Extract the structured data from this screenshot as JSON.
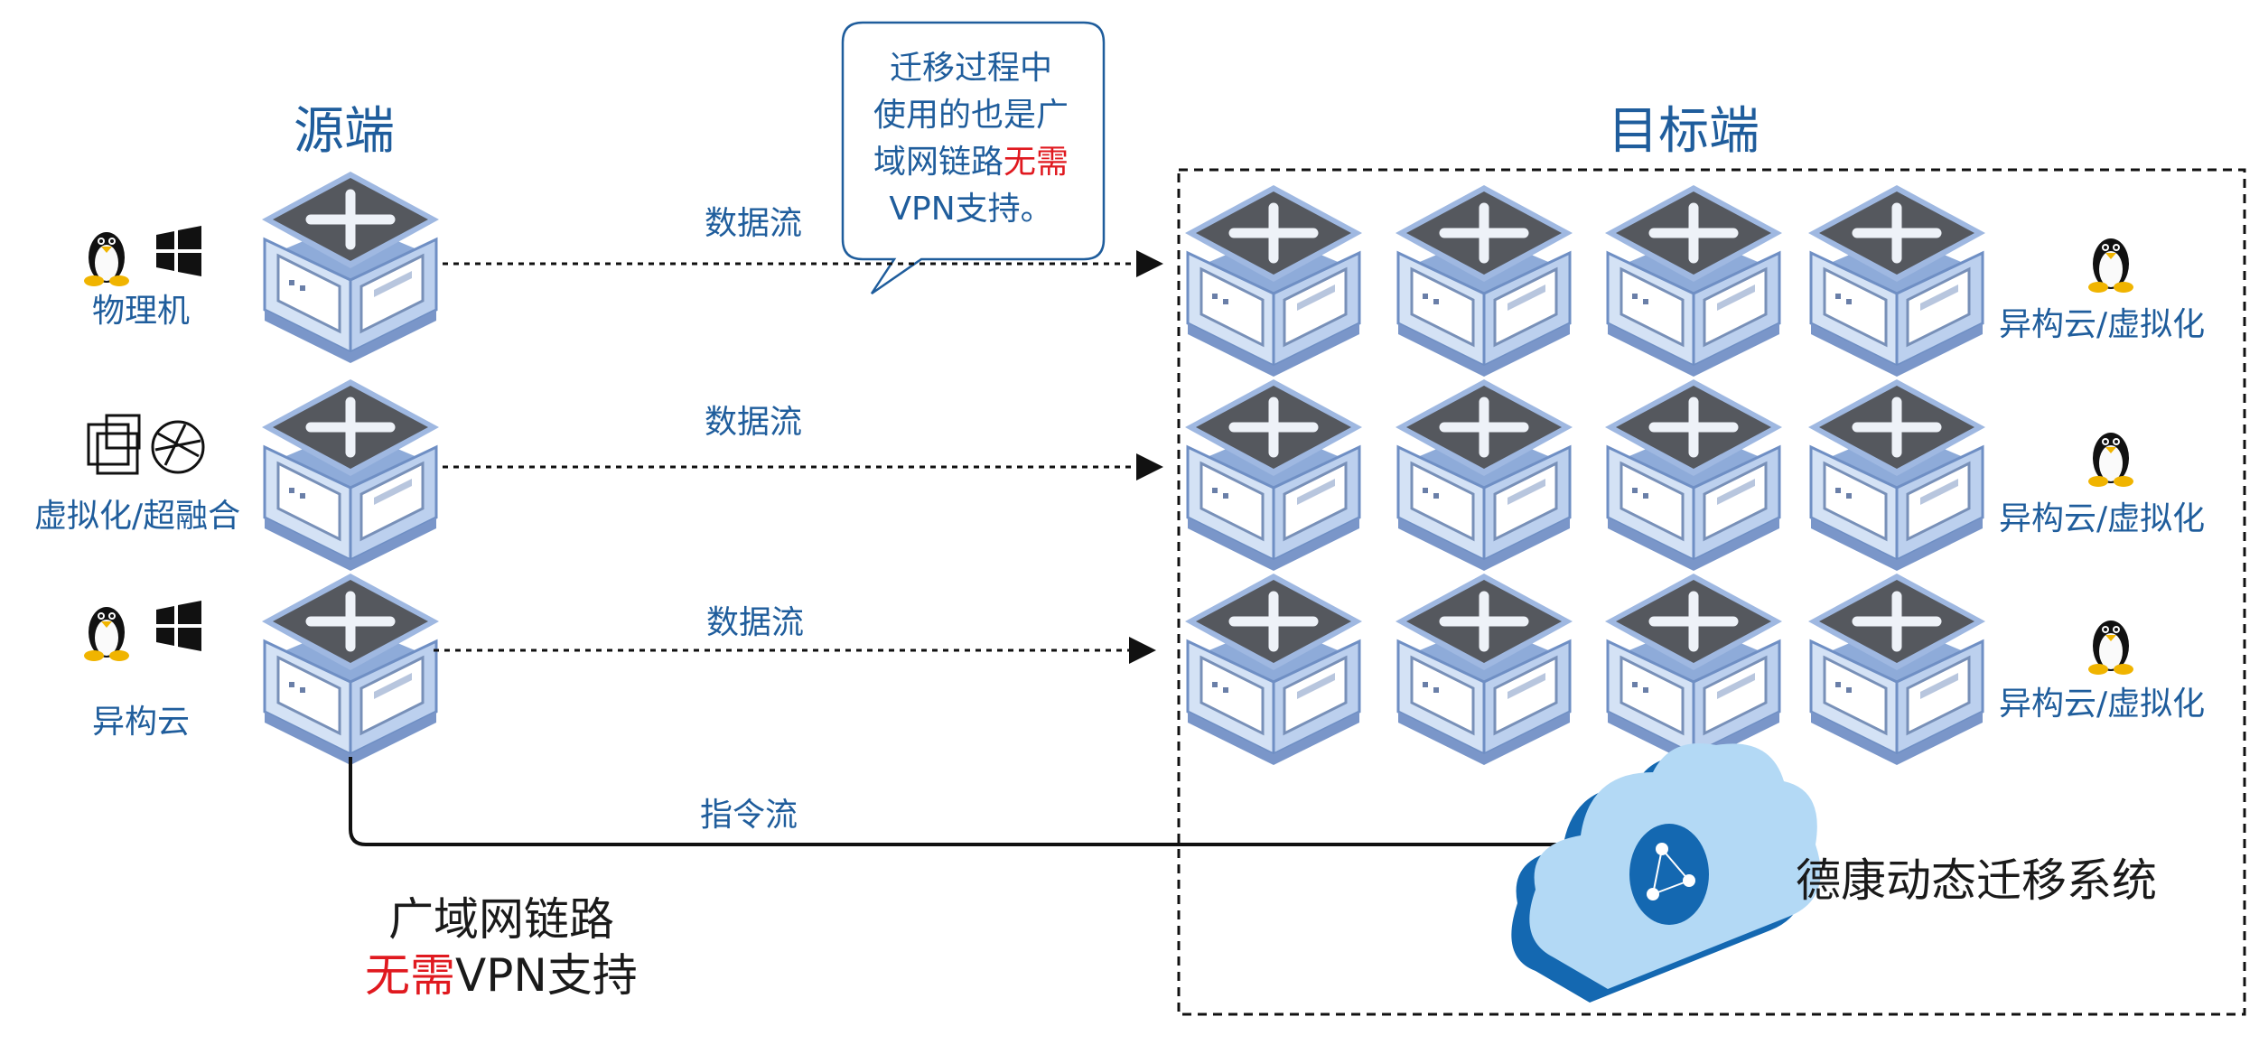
{
  "colors": {
    "accent_blue": "#1f5d9c",
    "highlight_red": "#e0191f",
    "server_top": "#55585e",
    "server_side": "#a9c2e6",
    "cloud_light": "#b3d9f5",
    "cloud_dark": "#1468b1"
  },
  "source": {
    "title": "源端",
    "rows": [
      {
        "label": "物理机",
        "icons": [
          "linux-penguin-icon",
          "windows-logo-icon"
        ]
      },
      {
        "label": "虚拟化/超融合",
        "icons": [
          "virtualization-icon",
          "hyperconverged-globe-icon"
        ]
      },
      {
        "label": "异构云",
        "icons": [
          "linux-penguin-icon",
          "windows-logo-icon"
        ]
      }
    ]
  },
  "target": {
    "title": "目标端",
    "row_label": "异构云/虚拟化",
    "row_icon": "linux-penguin-icon",
    "rows": 3,
    "servers_per_row": 4
  },
  "flows": {
    "data_flow": "数据流",
    "command_flow": "指令流"
  },
  "bubble": {
    "line1": "迁移过程中",
    "line2": "使用的也是广",
    "line3_a": "域网链路",
    "line3_b": "无需",
    "line4": "VPN支持。"
  },
  "wan": {
    "line1": "广域网链路",
    "line2_a": "无需",
    "line2_b": "VPN支持"
  },
  "system": {
    "name": "德康动态迁移系统"
  }
}
